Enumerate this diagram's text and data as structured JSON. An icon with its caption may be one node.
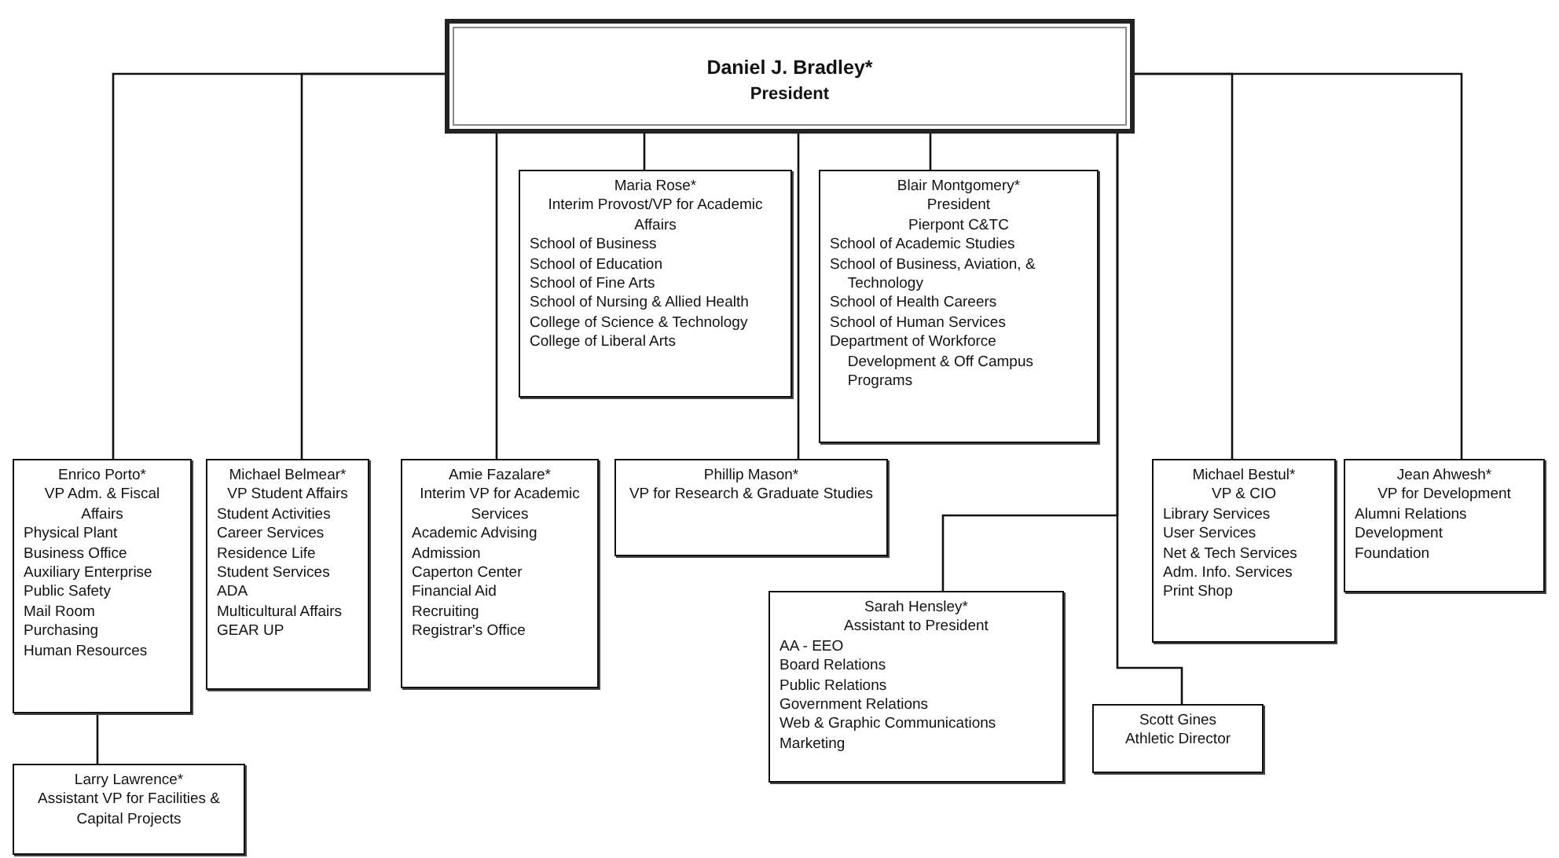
{
  "diagram": {
    "nodes": [
      {
        "text": [
          "Daniel J. Bradley*",
          "President"
        ]
      },
      {
        "text": [
          "Maria Rose*",
          "Interim Provost/VP for Academic Affairs",
          "School of Business",
          "School of Education",
          "School of Fine Arts",
          "School of Nursing & Allied Health",
          "College of Science & Technology",
          "College of Liberal Arts"
        ]
      },
      {
        "text": [
          "Blair Montgomery*",
          "President",
          "Pierpont C&TC",
          "School of Academic Studies",
          "School of Business, Aviation, & Technology",
          "School of Health Careers",
          "School of Human Services",
          "Department of Workforce Development & Off Campus Programs"
        ]
      },
      {
        "text": [
          "Enrico Porto*",
          "VP Adm. & Fiscal Affairs",
          "Physical Plant",
          "Business Office",
          "Auxiliary Enterprise",
          "Public Safety",
          "Mail Room",
          "Purchasing",
          "Human Resources"
        ]
      },
      {
        "text": [
          "Michael Belmear*",
          "VP Student Affairs",
          "Student Activities",
          "Career Services",
          "Residence Life",
          "Student Services",
          "ADA",
          "Multicultural Affairs",
          "GEAR UP"
        ]
      },
      {
        "text": [
          "Amie Fazalare*",
          "Interim VP for Academic Services",
          "Academic Advising",
          "Admission",
          "Caperton Center",
          "Financial Aid",
          "Recruiting",
          "Registrar's Office"
        ]
      },
      {
        "text": [
          "Phillip Mason*",
          "VP for Research & Graduate Studies"
        ]
      },
      {
        "text": [
          "Michael Bestul*",
          "VP & CIO",
          "Library Services",
          "User Services",
          "Net & Tech Services",
          "Adm. Info. Services",
          "Print Shop"
        ]
      },
      {
        "text": [
          "Jean Ahwesh*",
          "VP for Development",
          "Alumni Relations",
          "Development",
          "Foundation"
        ]
      },
      {
        "text": [
          "Sarah Hensley*",
          "Assistant to President",
          "AA - EEO",
          "Board Relations",
          "Public Relations",
          "Government Relations",
          "Web & Graphic Communications",
          "Marketing"
        ]
      },
      {
        "text": [
          "Scott Gines",
          "Athletic Director"
        ]
      },
      {
        "text": [
          "Larry Lawrence*",
          "Assistant VP for Facilities & Capital Projects"
        ]
      }
    ],
    "edges": [
      {
        "from": 0,
        "to": 1,
        "arrow": "none"
      },
      {
        "from": 0,
        "to": 2,
        "arrow": "none"
      },
      {
        "from": 0,
        "to": 3,
        "arrow": "none"
      },
      {
        "from": 0,
        "to": 4,
        "arrow": "none"
      },
      {
        "from": 0,
        "to": 5,
        "arrow": "none"
      },
      {
        "from": 0,
        "to": 6,
        "arrow": "none"
      },
      {
        "from": 0,
        "to": 7,
        "arrow": "none"
      },
      {
        "from": 0,
        "to": 8,
        "arrow": "none"
      },
      {
        "from": 0,
        "to": 9,
        "arrow": "none"
      },
      {
        "from": 0,
        "to": 10,
        "arrow": "none"
      },
      {
        "from": 3,
        "to": 11,
        "arrow": "none"
      }
    ]
  }
}
